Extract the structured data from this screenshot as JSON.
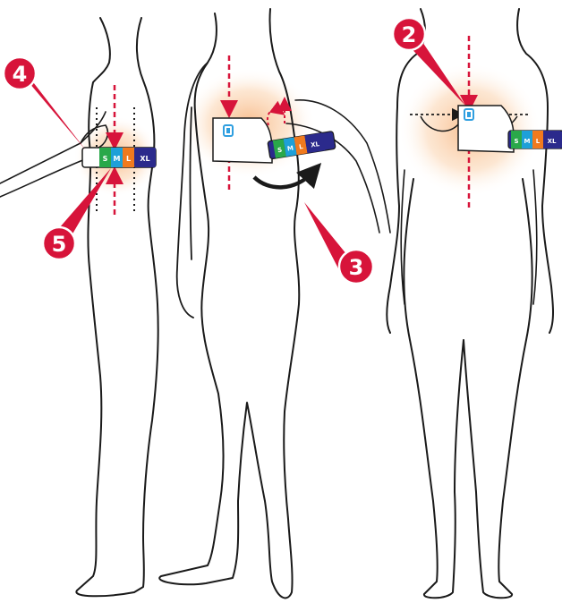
{
  "colors": {
    "outline": "#1a1a1a",
    "accent_red": "#d7143a",
    "glow": "#f7b27a",
    "size_s": "#2aa84a",
    "size_m": "#1ea0d8",
    "size_l": "#f07a1e",
    "size_xl": "#2b2a8c",
    "sensor": "#2f9fe0"
  },
  "size_labels": {
    "s": "S",
    "m": "M",
    "l": "L",
    "xl": "XL"
  },
  "callouts": [
    {
      "number": "2",
      "icon": "numbered-callout-marker"
    },
    {
      "number": "3",
      "icon": "numbered-callout-marker"
    },
    {
      "number": "4",
      "icon": "numbered-callout-marker"
    },
    {
      "number": "5",
      "icon": "numbered-callout-marker"
    }
  ],
  "icons": {
    "sensor": "sensor-square-icon",
    "wrap_arrow": "curved-arrow-icon",
    "placement_arrow": "dashed-arrow-icon"
  }
}
